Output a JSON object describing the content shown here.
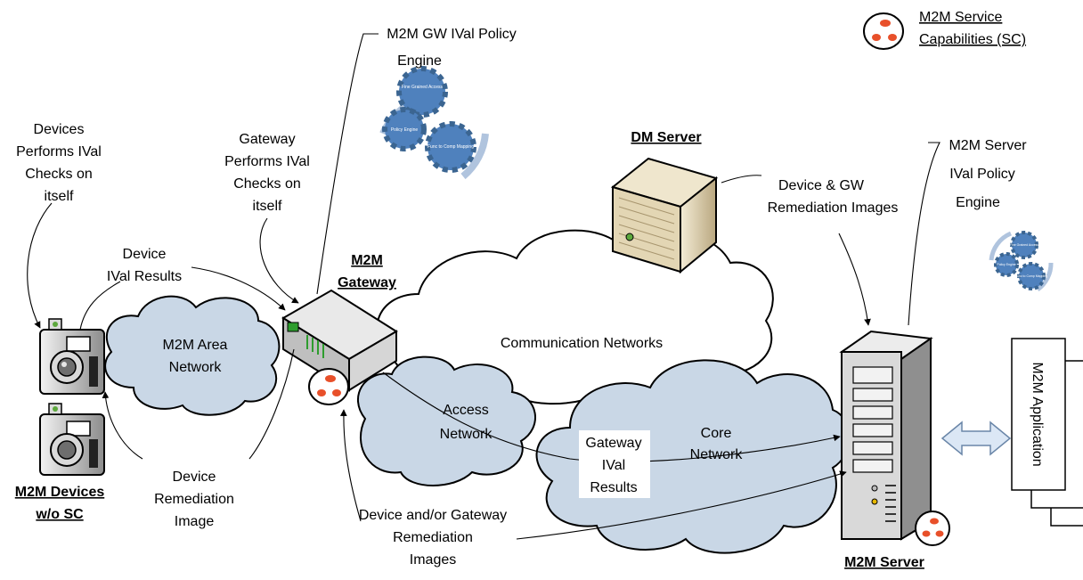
{
  "legend": {
    "sc_label_line1": "M2M Service",
    "sc_label_line2": "Capabilities (SC)"
  },
  "labels": {
    "gw_policy_engine_line1": "M2M GW IVal Policy",
    "gw_policy_engine_line2": "Engine",
    "devices_checks": [
      "Devices",
      "Performs  IVal",
      "Checks on",
      "itself"
    ],
    "gateway_checks": [
      "Gateway",
      "Performs IVal",
      "Checks on",
      "itself"
    ],
    "device_ival_results": [
      "Device",
      "IVal Results"
    ],
    "m2m_gateway": [
      "M2M",
      "Gateway"
    ],
    "dm_server": "DM Server",
    "device_gw_remediation": [
      "Device & GW",
      "Remediation Images"
    ],
    "server_policy_engine": [
      "M2M Server",
      "IVal Policy",
      "Engine"
    ],
    "area_network": [
      "M2M Area",
      "Network"
    ],
    "communication_networks": "Communication Networks",
    "access_network": [
      "Access",
      "Network"
    ],
    "core_network": [
      "Core",
      "Network"
    ],
    "gateway_ival_results": [
      "Gateway",
      "IVal",
      "Results"
    ],
    "device_remediation_image": [
      "Device",
      "Remediation",
      "Image"
    ],
    "device_gateway_remediation": [
      "Device and/or Gateway",
      "Remediation",
      "Images"
    ],
    "m2m_devices_wo_sc": [
      "M2M Devices",
      "w/o SC"
    ],
    "m2m_server": "M2M Server",
    "m2m_application": "M2M Application"
  },
  "gears": {
    "large": [
      "Fine Grained Access",
      "Policy Engine",
      "Func to Comp Mapping"
    ],
    "small": [
      "Fine Grained Access",
      "Policy Engine",
      "Func to Comp Mapping"
    ]
  },
  "colors": {
    "cloud_fill": "#c9d7e6",
    "gear_fill": "#4f81bd",
    "sc_accent": "#e8502a"
  }
}
